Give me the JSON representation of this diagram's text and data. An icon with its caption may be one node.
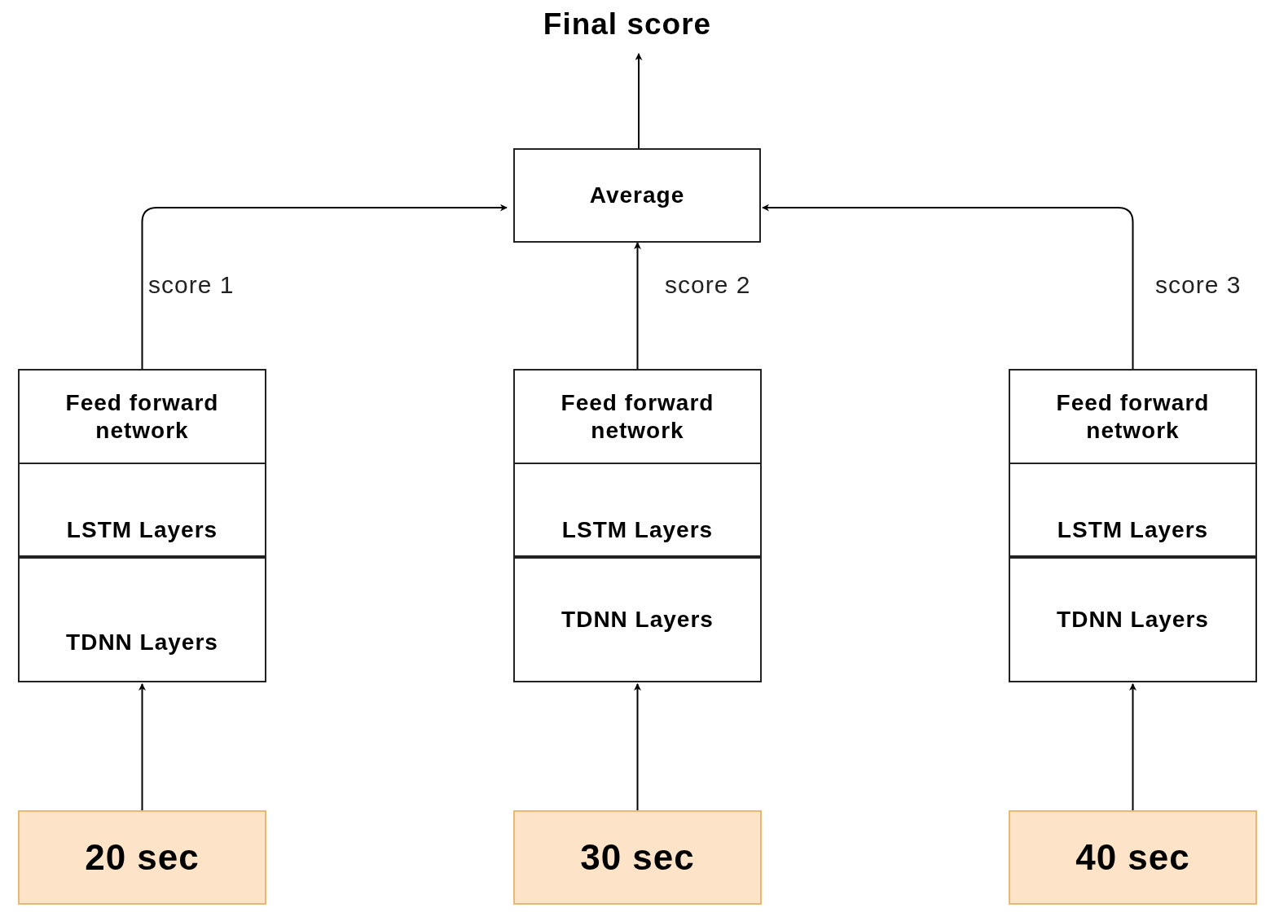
{
  "diagram": {
    "nodes": [
      {
        "text": [
          "Final score"
        ]
      },
      {
        "text": [
          "Average"
        ]
      },
      {
        "text": [
          "Feed forward network"
        ]
      },
      {
        "text": [
          "Feed forward network"
        ]
      },
      {
        "text": [
          "Feed forward network"
        ]
      },
      {
        "text": [
          "LSTM Layers"
        ]
      },
      {
        "text": [
          "LSTM Layers"
        ]
      },
      {
        "text": [
          "LSTM Layers"
        ]
      },
      {
        "text": [
          "TDNN Layers"
        ]
      },
      {
        "text": [
          "TDNN Layers"
        ]
      },
      {
        "text": [
          "TDNN Layers"
        ]
      },
      {
        "text": [
          "20 sec"
        ]
      },
      {
        "text": [
          "30 sec"
        ]
      },
      {
        "text": [
          "40 sec"
        ]
      }
    ],
    "edges": [
      {
        "from": 1,
        "to": 0,
        "arrow": "to"
      },
      {
        "from": 2,
        "to": 1,
        "arrow": "to",
        "label": "score 1"
      },
      {
        "from": 3,
        "to": 1,
        "arrow": "to",
        "label": "score 2"
      },
      {
        "from": 4,
        "to": 1,
        "arrow": "to",
        "label": "score 3"
      },
      {
        "from": 11,
        "to": 8,
        "arrow": "to"
      },
      {
        "from": 12,
        "to": 9,
        "arrow": "to"
      },
      {
        "from": 13,
        "to": 10,
        "arrow": "to"
      }
    ]
  }
}
